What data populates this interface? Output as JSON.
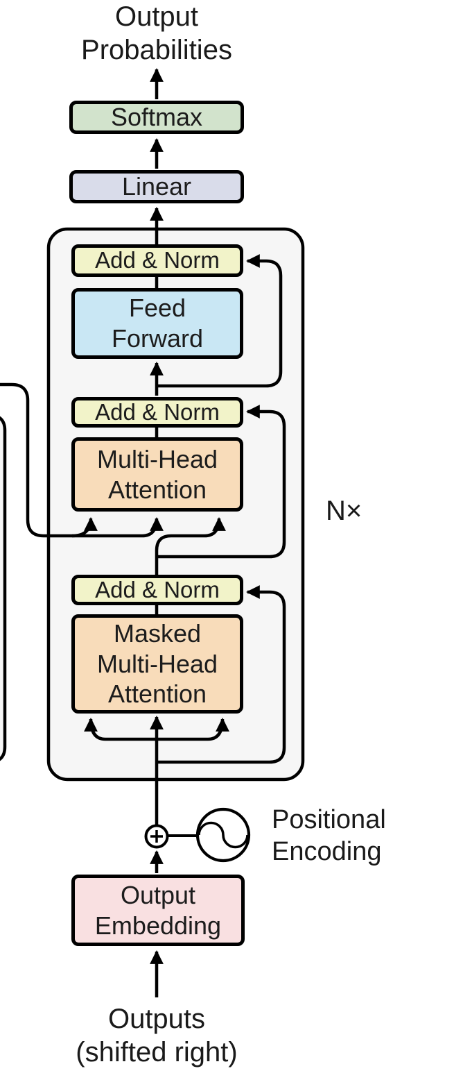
{
  "diagram": {
    "title_top": "Output\nProbabilities",
    "bottom_label": "Outputs\n(shifted right)",
    "repeat_label": "N×",
    "positional_encoding_label": "Positional\nEncoding",
    "blocks": {
      "softmax": {
        "label": "Softmax",
        "fill": "#d2e3cc"
      },
      "linear": {
        "label": "Linear",
        "fill": "#d9dcea"
      },
      "add_norm_top": {
        "label": "Add & Norm",
        "fill": "#f2f3c9"
      },
      "feed_forward": {
        "label": "Feed\nForward",
        "fill": "#c9e7f4"
      },
      "add_norm_mid": {
        "label": "Add & Norm",
        "fill": "#f2f3c9"
      },
      "multi_head_attention": {
        "label": "Multi-Head\nAttention",
        "fill": "#f8dcba"
      },
      "add_norm_bottom": {
        "label": "Add & Norm",
        "fill": "#f2f3c9"
      },
      "masked_multi_head_attention": {
        "label": "Masked\nMulti-Head\nAttention",
        "fill": "#f8dcba"
      },
      "output_embedding": {
        "label": "Output\nEmbedding",
        "fill": "#f9e0e1"
      }
    },
    "symbols": {
      "add_symbol": "circled-plus",
      "positional_wave": "sine-wave-in-circle"
    },
    "colors": {
      "container_fill": "#f6f6f6",
      "line": "#000000",
      "background": "#ffffff",
      "text": "#1a1a1a"
    }
  }
}
